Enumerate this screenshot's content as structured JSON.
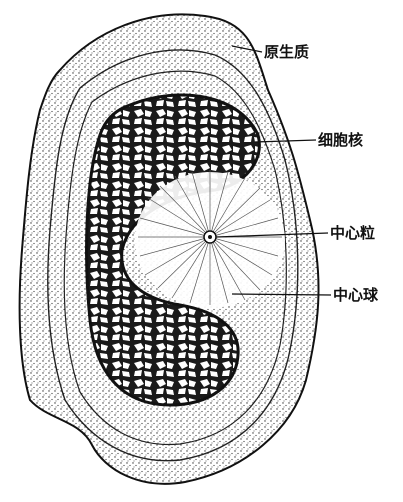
{
  "labels": {
    "cytoplasm": "原生质",
    "nucleus": "细胞核",
    "centriole": "中心粒",
    "centrosphere": "中心球"
  },
  "colors": {
    "ink": "#111111",
    "paper": "#ffffff",
    "stipple": "#333333"
  }
}
